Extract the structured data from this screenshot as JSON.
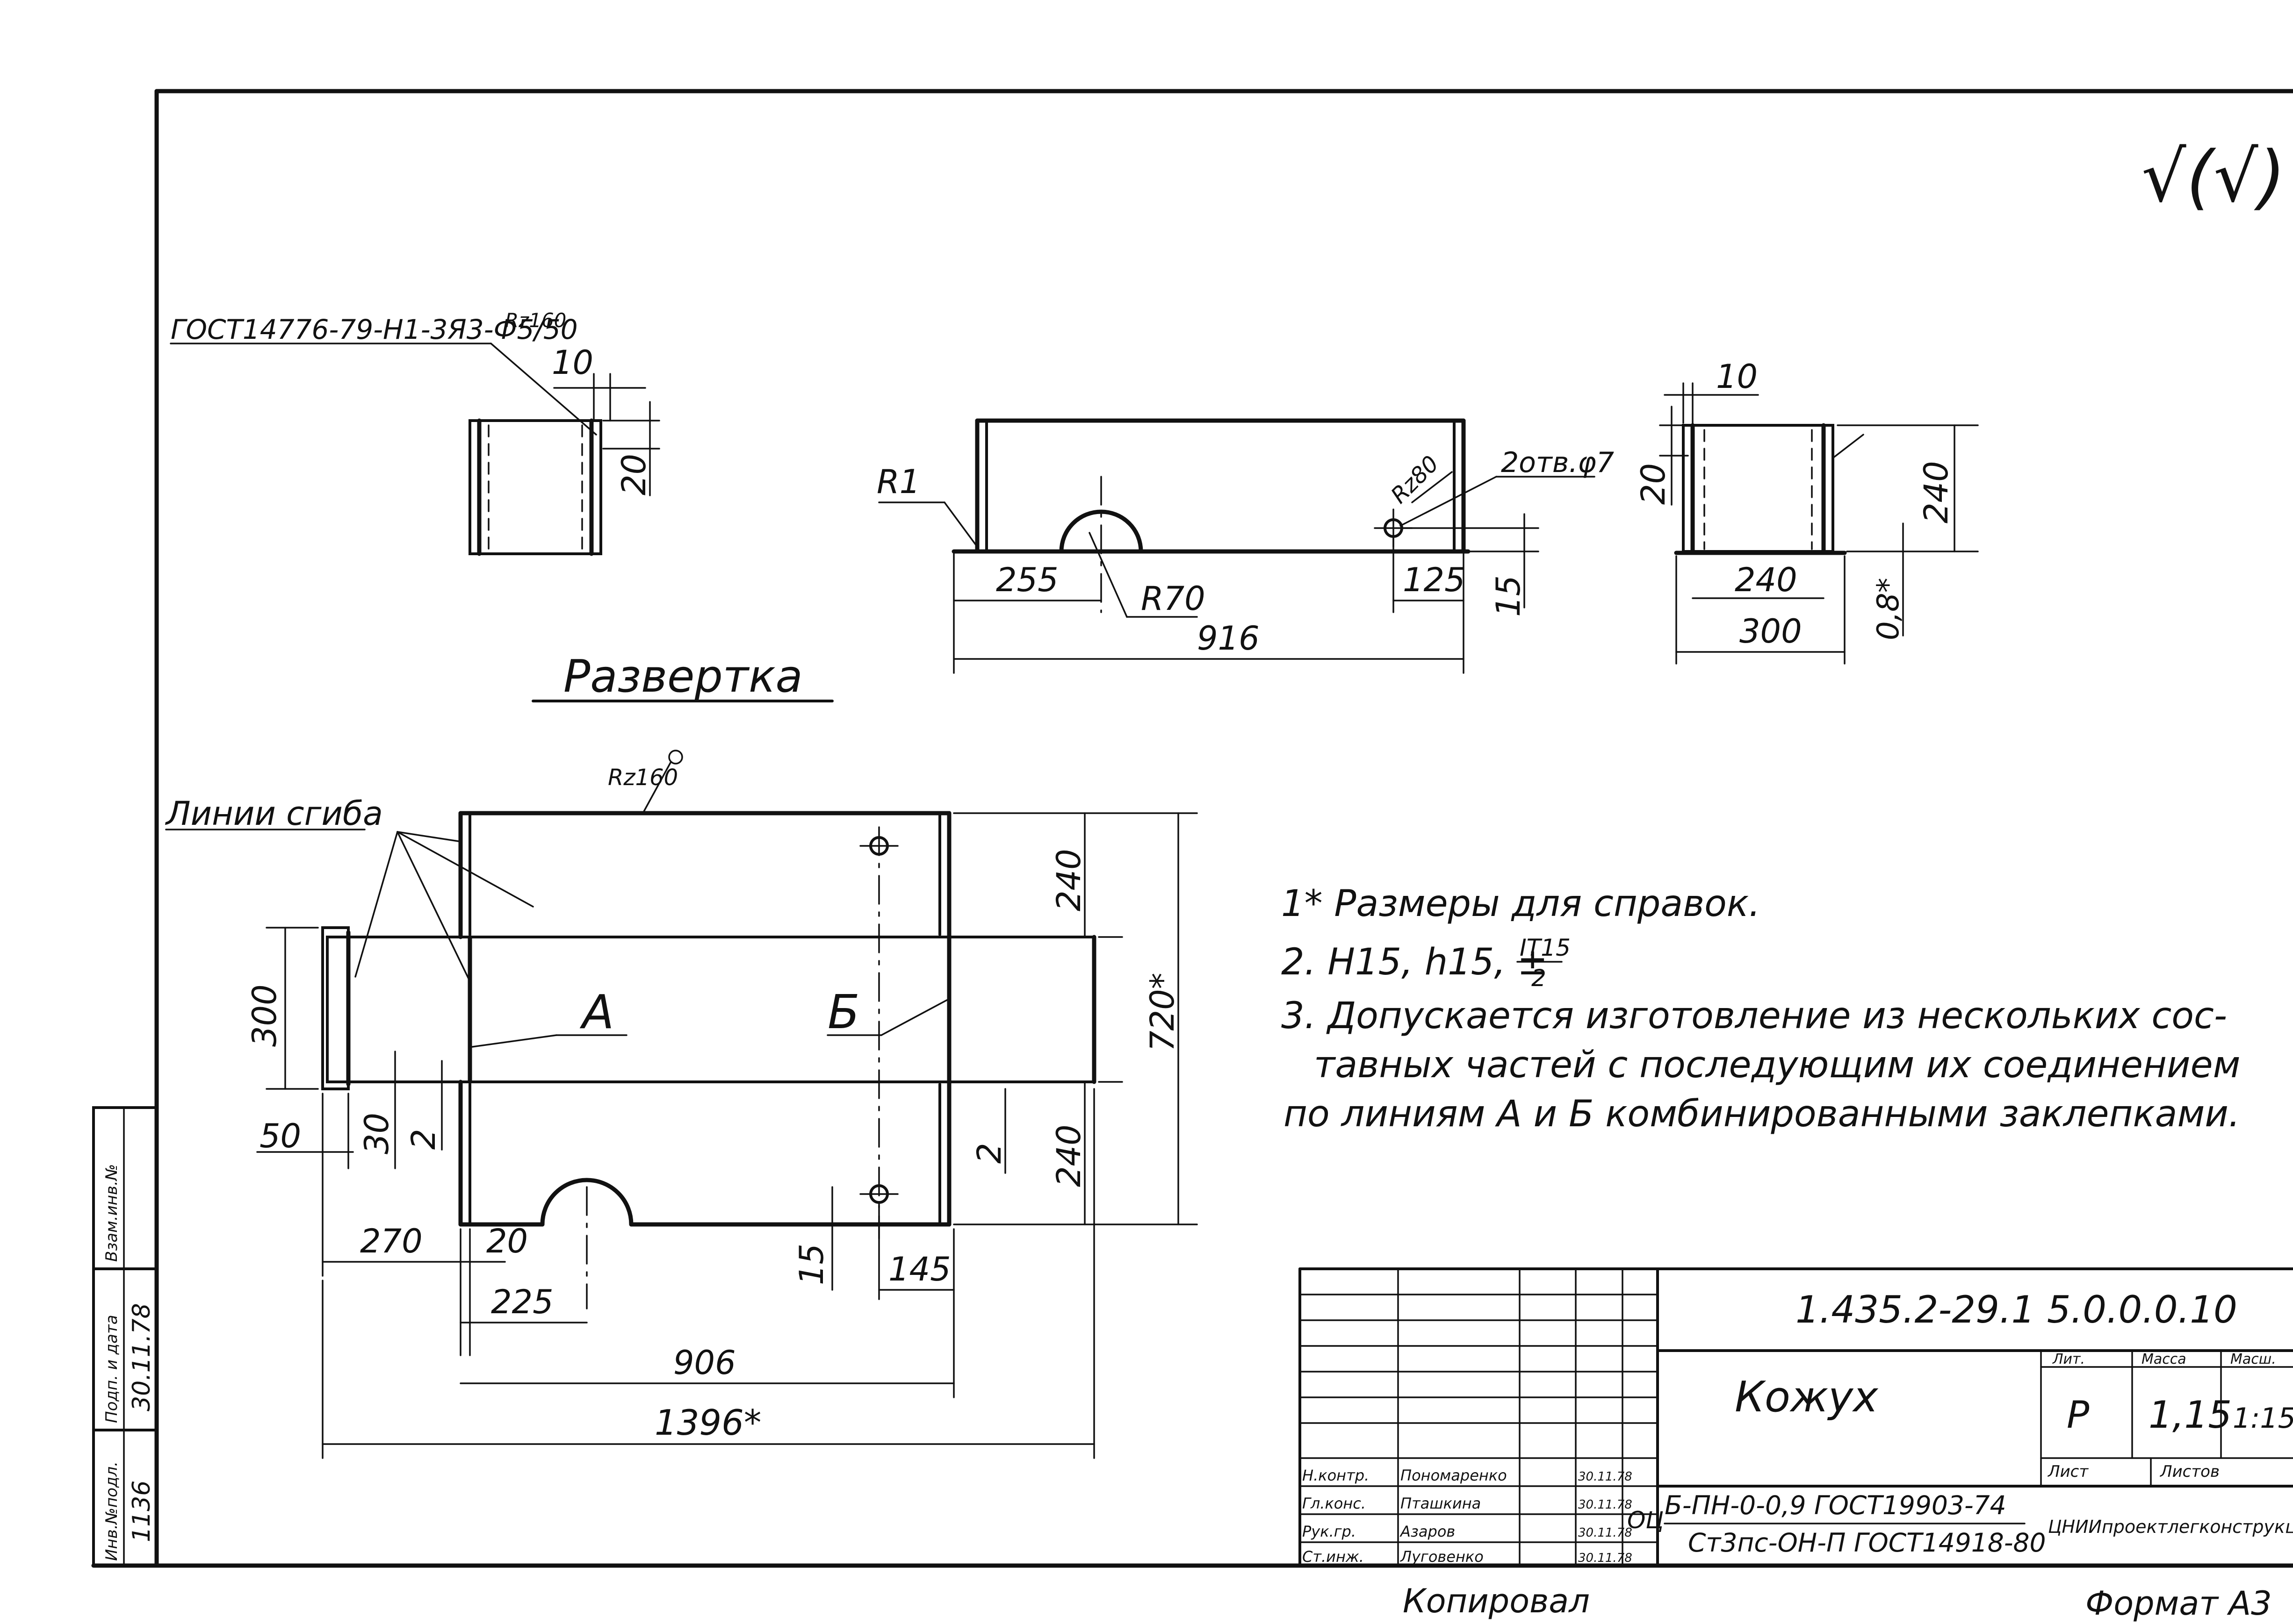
{
  "drawing": {
    "roughness_top_right": "√(√)",
    "gost_weld_note": "ГОСТ14776-79-Н1-3Я3-Ф5/50",
    "roughness_gost": "Rz160",
    "view_left": {
      "dim_10": "10",
      "dim_20": "20"
    },
    "view_front": {
      "r1": "R1",
      "rz80": "Rz80",
      "holes": "2отв.φ7",
      "d255": "255",
      "r70": "R70",
      "d125": "125",
      "d15": "15",
      "d916": "916"
    },
    "view_right": {
      "d10": "10",
      "d20": "20",
      "d240v": "240",
      "d240h": "240",
      "d300": "300",
      "d08": "0,8*"
    },
    "development_title": "Развертка",
    "bend_lines_label": "Линии сгиба",
    "development": {
      "rz160": "Rz160",
      "label_a": "А",
      "label_b": "Б",
      "d240_top": "240",
      "d240_bot": "240",
      "d720": "720*",
      "d300": "300",
      "d50": "50",
      "d30": "30",
      "d2_left": "2",
      "d2_right": "2",
      "d270": "270",
      "d20": "20",
      "d225": "225",
      "d15": "15",
      "d145": "145",
      "d906": "906",
      "d1396": "1396*"
    },
    "notes": [
      "1* Размеры для справок.",
      "2. Н15, h15, ±",
      "3. Допускается изготовление из нескольких сос-",
      "тавных частей с последующим их соединением",
      "по линиям А и Б комбинированными заклепками."
    ],
    "tolerance_fraction": {
      "num": "IT15",
      "den": "2"
    }
  },
  "title_block": {
    "doc_code": "1.435.2-29.1   5.0.0.0.10",
    "part_name": "Кожух",
    "lit_header": "Лит.",
    "mass_header": "Масса",
    "scale_header": "Масш.",
    "lit": "Р",
    "mass": "1,15",
    "scale": "1:15",
    "sheet_label": "Лист",
    "sheets_label": "Листов",
    "material_line1": "Б-ПН-0-0,9 ГОСТ19903-74",
    "material_line2": "Ст3пс-ОН-П ГОСТ14918-80",
    "material_prefix": "ОЦ",
    "org": "ЦНИИпроектлегконструкция",
    "roles": [
      "Н.контр.",
      "Гл.конс.",
      "Рук.гр.",
      "Ст.инж."
    ],
    "names": [
      "Пономаренко",
      "Пташкина",
      "Азаров",
      "Луговенко"
    ],
    "signatures": [
      "",
      "",
      "",
      ""
    ],
    "dates": [
      "30.11.78",
      "30.11.78",
      "30.11.78",
      "30.11.78"
    ],
    "copied": "Копировал",
    "format": "Формат А3"
  },
  "side_stamp": {
    "cells": [
      "Инв.№подл.",
      "Подп. и дата",
      "Взам.инв.№"
    ],
    "values": [
      "1136",
      "30.11.78",
      ""
    ]
  }
}
